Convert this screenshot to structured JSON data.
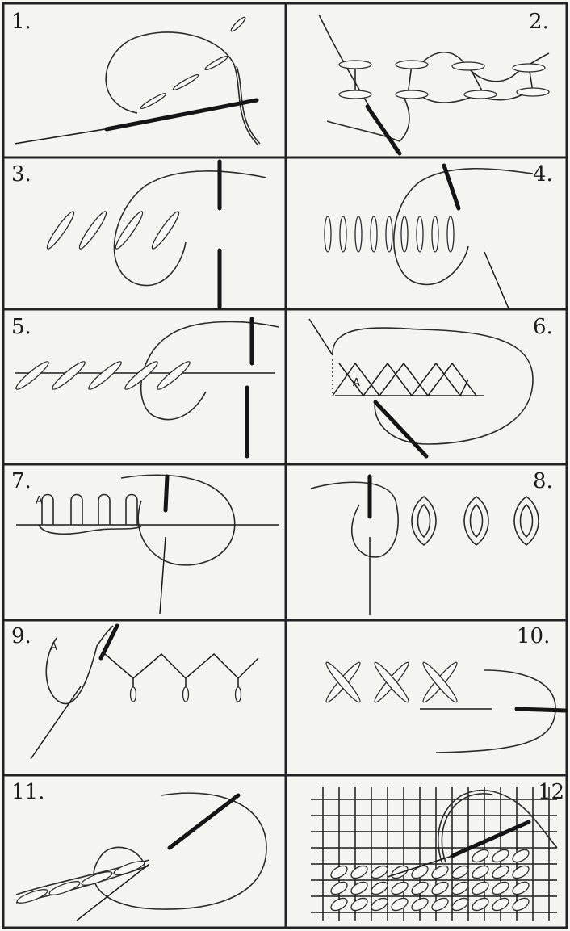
{
  "panels": [
    {
      "number": "1."
    },
    {
      "number": "2."
    },
    {
      "number": "3."
    },
    {
      "number": "4."
    },
    {
      "number": "5."
    },
    {
      "number": "6."
    },
    {
      "number": "7."
    },
    {
      "number": "8."
    },
    {
      "number": "9."
    },
    {
      "number": "10."
    },
    {
      "number": "11."
    },
    {
      "number": "12"
    }
  ],
  "labels": {
    "a6": "A",
    "a7": "A",
    "a9": "A"
  },
  "colors": {
    "paper": "#f4f4f1",
    "ink": "#1d1d1d",
    "frame": "#222222"
  }
}
